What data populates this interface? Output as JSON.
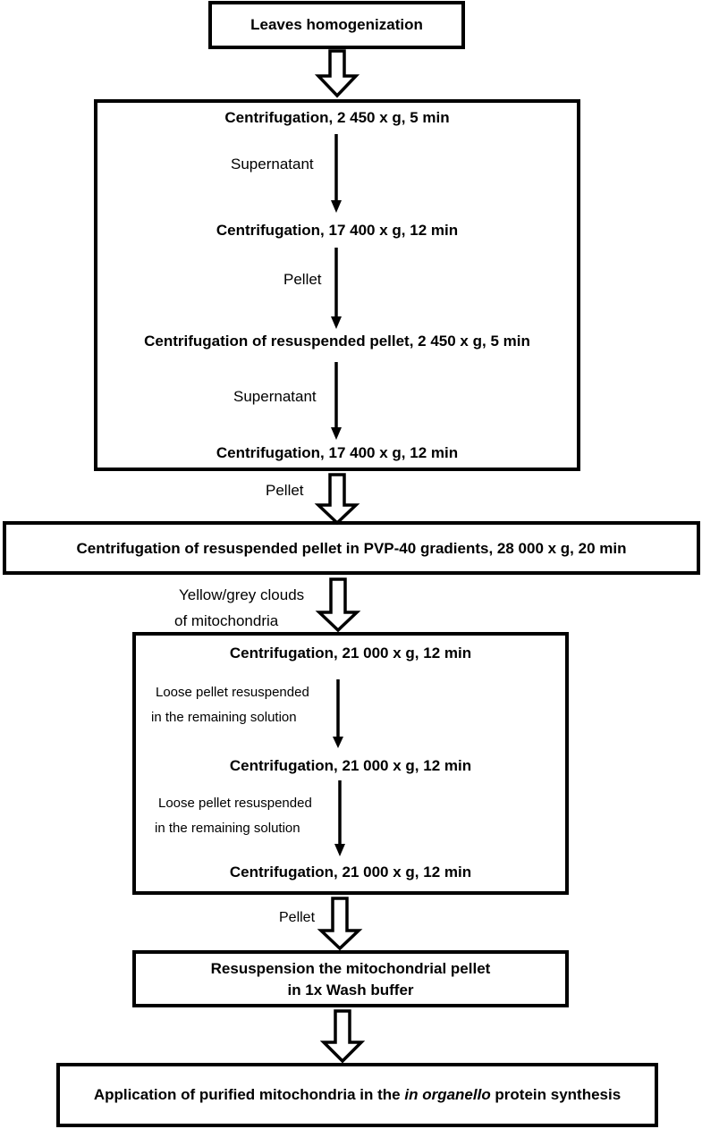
{
  "steps": {
    "leaves": "Leaves homogenization",
    "c1": "Centrifugation,  2 450 x g, 5 min",
    "c2": "Centrifugation,  17 400 x g, 12 min",
    "c3": "Centrifugation  of resuspended pellet, 2 450 x g, 5 min",
    "c4": "Centrifugation,  17 400 x g, 12 min",
    "gradient": "Centrifugation of resuspended pellet in PVP-40 gradients, 28 000 x g, 20 min",
    "c5": "Centrifugation,  21 000 x g, 12 min",
    "c6": "Centrifugation,  21 000 x g, 12 min",
    "c7": "Centrifugation,  21 000 x g, 12 min",
    "resusp_line1": "Resuspension the mitochondrial pellet",
    "resusp_line2": "in 1x Wash buffer",
    "final_part1": "Application of purified mitochondria  in the ",
    "final_italic": "in organello",
    "final_part2": " protein synthesis"
  },
  "labels": {
    "supernatant_1": "Supernatant",
    "pellet_1": "Pellet",
    "supernatant_2": "Supernatant",
    "pellet_2": "Pellet",
    "clouds_line1": "Yellow/grey clouds",
    "clouds_line2": "of mitochondria",
    "loose_1_line1": "Loose pellet resuspended",
    "loose_1_line2": "in the remaining solution",
    "loose_2_line1": "Loose pellet  resuspended",
    "loose_2_line2": "in the remaining solution",
    "pellet_3": "Pellet"
  }
}
